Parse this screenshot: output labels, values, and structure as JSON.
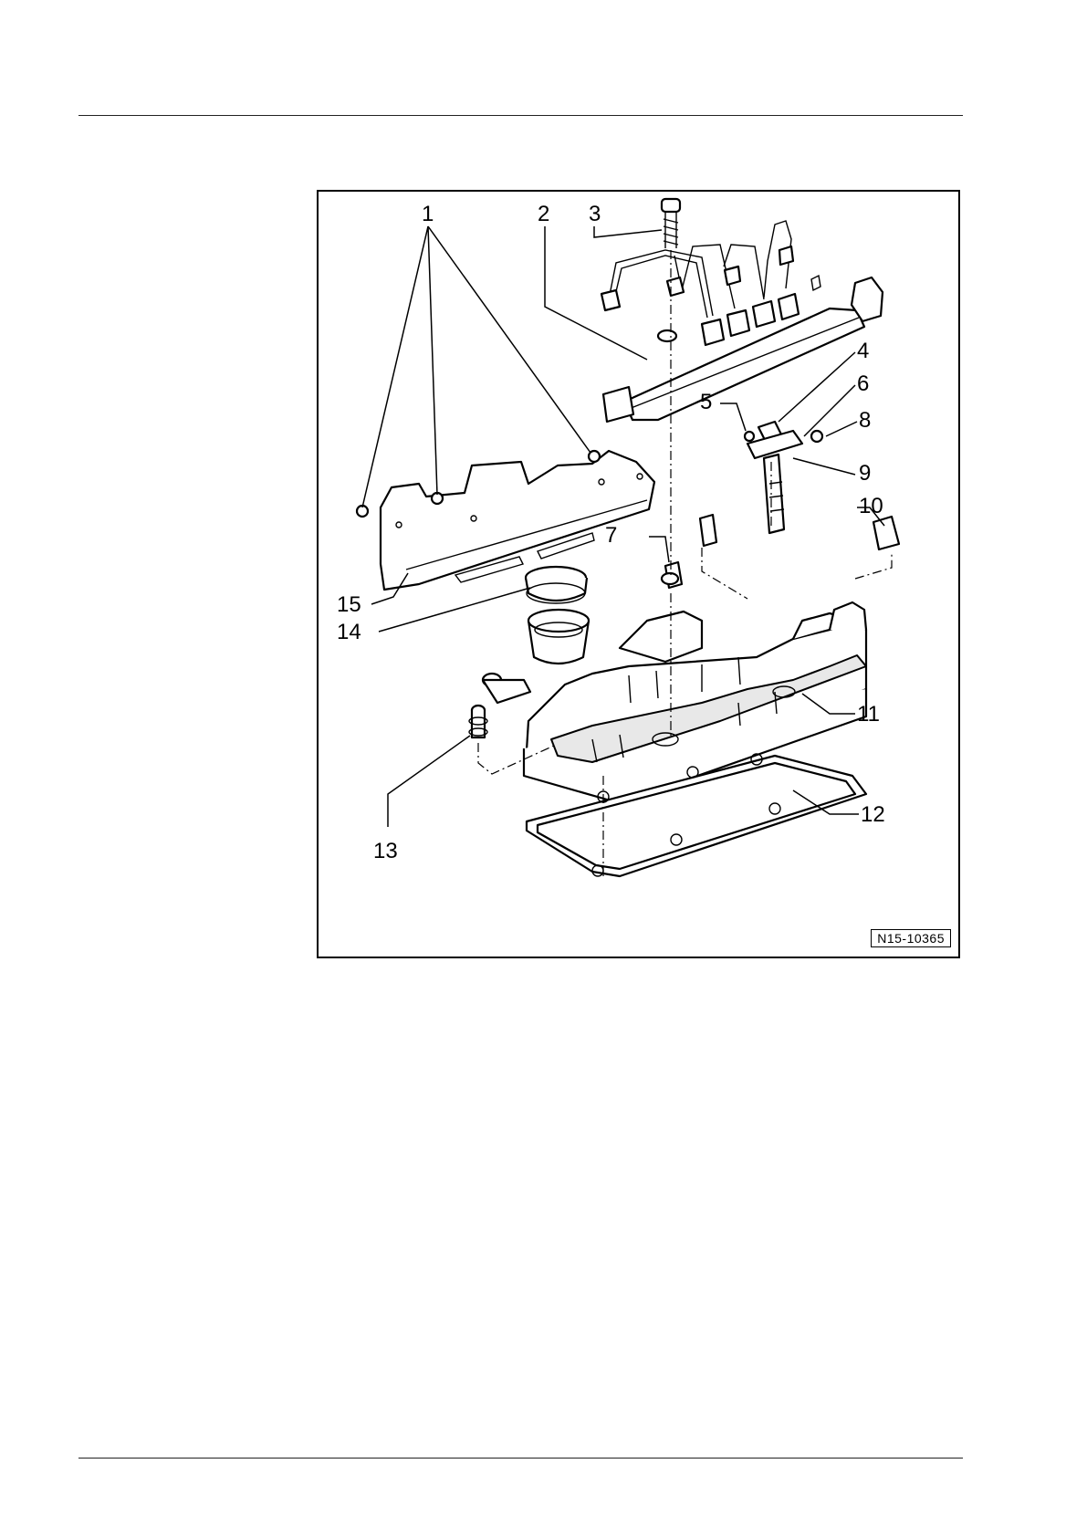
{
  "figure": {
    "code": "N15-10365",
    "callouts": [
      "1",
      "2",
      "3",
      "4",
      "5",
      "6",
      "7",
      "8",
      "9",
      "10",
      "11",
      "12",
      "13",
      "14",
      "15"
    ]
  }
}
